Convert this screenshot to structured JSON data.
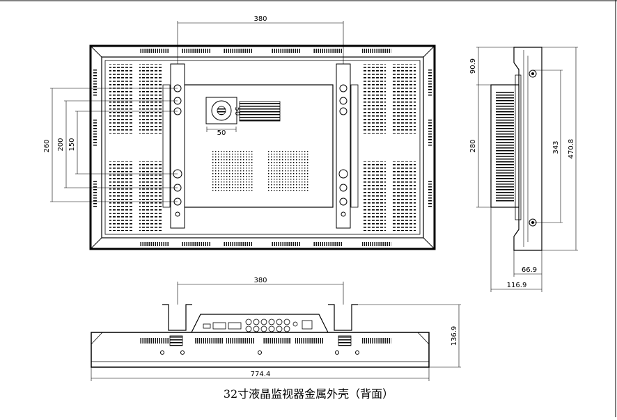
{
  "title": "32寸液晶监视器金属外壳（背面）",
  "dimensions": {
    "front_width_vesa": "380",
    "left_260": "260",
    "left_200": "200",
    "left_150": "150",
    "fan_50_h": "50",
    "fan_50_v": "50",
    "side_90_9": "90.9",
    "side_280": "280",
    "side_343": "343",
    "side_470_8": "470.8",
    "side_66_9": "66.9",
    "side_116_9": "116.9",
    "bottom_380": "380",
    "bottom_136_9": "136.9",
    "bottom_774_4": "774.4"
  },
  "colors": {
    "line": "#000000",
    "fill": "#ffffff",
    "pattern": "#000000"
  }
}
